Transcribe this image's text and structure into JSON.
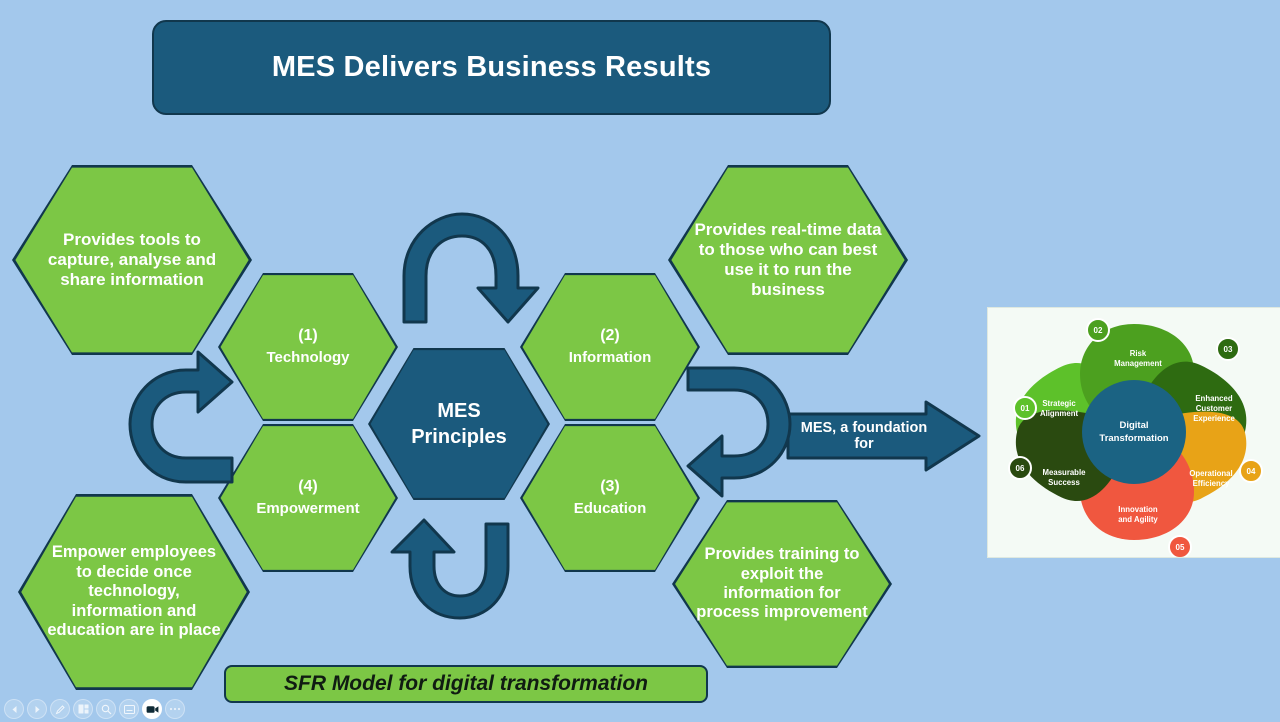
{
  "slide": {
    "title": "MES Delivers Business Results",
    "background_color": "#a3c8ec",
    "accent_dark_blue": "#1b5a7d",
    "accent_green": "#7cc745",
    "outline_color": "#11374d"
  },
  "center_node": {
    "line1": "MES",
    "line2": "Principles"
  },
  "principles": [
    {
      "number": "(1)",
      "label": "Technology"
    },
    {
      "number": "(2)",
      "label": "Information"
    },
    {
      "number": "(3)",
      "label": "Education"
    },
    {
      "number": "(4)",
      "label": "Empowerment"
    }
  ],
  "descriptions": {
    "top_left": "Provides tools to capture, analyse and share information",
    "top_right": "Provides real-time data to those who can best use it to run the business",
    "bottom_left": "Empower employees to decide once technology, information  and education are in place",
    "bottom_right": "Provides training to exploit the information for process improvement"
  },
  "foundation_arrow": {
    "label": "MES, a foundation for"
  },
  "sfr_banner": {
    "label": "SFR Model for digital transformation"
  },
  "chart_data": {
    "type": "pie",
    "title": "Digital Transformation",
    "center_label_line1": "Digital",
    "center_label_line2": "Transformation",
    "center_color": "#1b6383",
    "legend_position": "none",
    "grid": false,
    "categories": [
      "Strategic Alignment",
      "Risk Management",
      "Enhanced Customer Experience",
      "Operational Efficiency",
      "Innovation and Agility",
      "Measurable Success"
    ],
    "values": [
      1,
      1,
      1,
      1,
      1,
      1
    ],
    "petals": [
      {
        "index": "01",
        "label_line1": "Strategic",
        "label_line2": "Alignment",
        "color": "#5DC12A",
        "badge_position": "left"
      },
      {
        "index": "02",
        "label_line1": "Risk",
        "label_line2": "Management",
        "color": "#4CA01F",
        "badge_position": "top-left"
      },
      {
        "index": "03",
        "label_line1": "Enhanced",
        "label_line2": "Customer",
        "label_line3": "Experience",
        "color": "#2E6B11",
        "badge_position": "top-right"
      },
      {
        "index": "04",
        "label_line1": "Operational",
        "label_line2": "Efficiency",
        "color": "#E8A317",
        "badge_position": "right"
      },
      {
        "index": "05",
        "label_line1": "Innovation",
        "label_line2": "and Agility",
        "color": "#F0573F",
        "badge_position": "bottom-right"
      },
      {
        "index": "06",
        "label_line1": "Measurable",
        "label_line2": "Success",
        "color": "#2A4A10",
        "badge_position": "bottom-left"
      }
    ]
  },
  "toolbar": {
    "items": [
      {
        "icon": "previous-icon",
        "active": false
      },
      {
        "icon": "next-icon",
        "active": false
      },
      {
        "icon": "pen-icon",
        "active": false
      },
      {
        "icon": "layout-icon",
        "active": false
      },
      {
        "icon": "zoom-icon",
        "active": false
      },
      {
        "icon": "caption-icon",
        "active": false
      },
      {
        "icon": "camera-icon",
        "active": true
      },
      {
        "icon": "more-icon",
        "active": false
      }
    ]
  }
}
